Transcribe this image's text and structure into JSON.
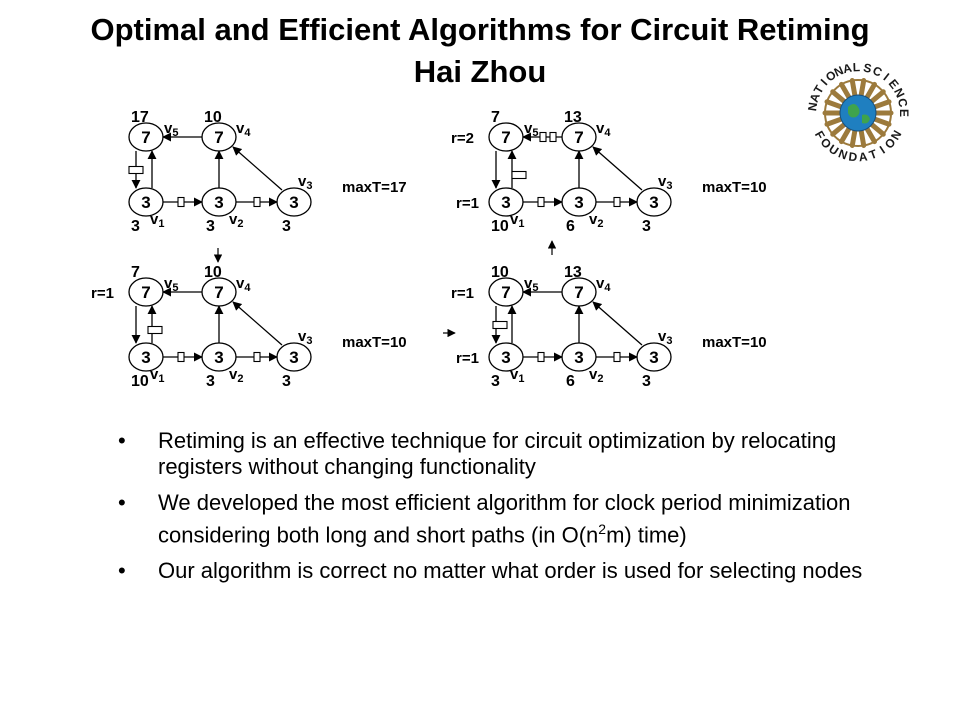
{
  "slide": {
    "title": "Optimal and Efficient Algorithms for Circuit Retiming",
    "author": "Hai Zhou"
  },
  "logo": {
    "top_text": "NATIONAL",
    "right_text": "SCIENCE",
    "bottom_text": "FOUNDATION",
    "gold": "#9c7a3c",
    "blue": "#1f7fc0"
  },
  "diagrams": [
    {
      "maxT": "maxT=17",
      "labels": {
        "v5": "17",
        "v4": "10",
        "v1": "3",
        "v2": "3",
        "v3": "3"
      },
      "r_top": "",
      "r_bottom": ""
    },
    {
      "maxT": "maxT=10",
      "labels": {
        "v5": "7",
        "v4": "13",
        "v1": "10",
        "v2": "6",
        "v3": "3"
      },
      "r_top": "r=2",
      "r_bottom": "r=1"
    },
    {
      "maxT": "maxT=10",
      "labels": {
        "v5": "7",
        "v4": "10",
        "v1": "10",
        "v2": "3",
        "v3": "3"
      },
      "r_top": "r=1",
      "r_bottom": ""
    },
    {
      "maxT": "maxT=10",
      "labels": {
        "v5": "10",
        "v4": "13",
        "v1": "3",
        "v2": "6",
        "v3": "3"
      },
      "r_top": "r=1",
      "r_bottom": "r=1"
    }
  ],
  "nodes": {
    "v1": {
      "weight": "3",
      "name": "v",
      "sub": "1"
    },
    "v2": {
      "weight": "3",
      "name": "v",
      "sub": "2"
    },
    "v3": {
      "weight": "3",
      "name": "v",
      "sub": "3"
    },
    "v4": {
      "weight": "7",
      "name": "v",
      "sub": "4"
    },
    "v5": {
      "weight": "7",
      "name": "v",
      "sub": "5"
    }
  },
  "bullets": {
    "marker": "•",
    "item1": "Retiming is an effective technique for circuit optimization by relocating registers without changing functionality",
    "item2_pre": "We developed the most efficient algorithm for clock period minimization considering both long and short paths (in O(n",
    "item2_sup": "2",
    "item2_post": "m) time)",
    "item3": "Our algorithm is correct no matter what order is used for selecting nodes"
  }
}
